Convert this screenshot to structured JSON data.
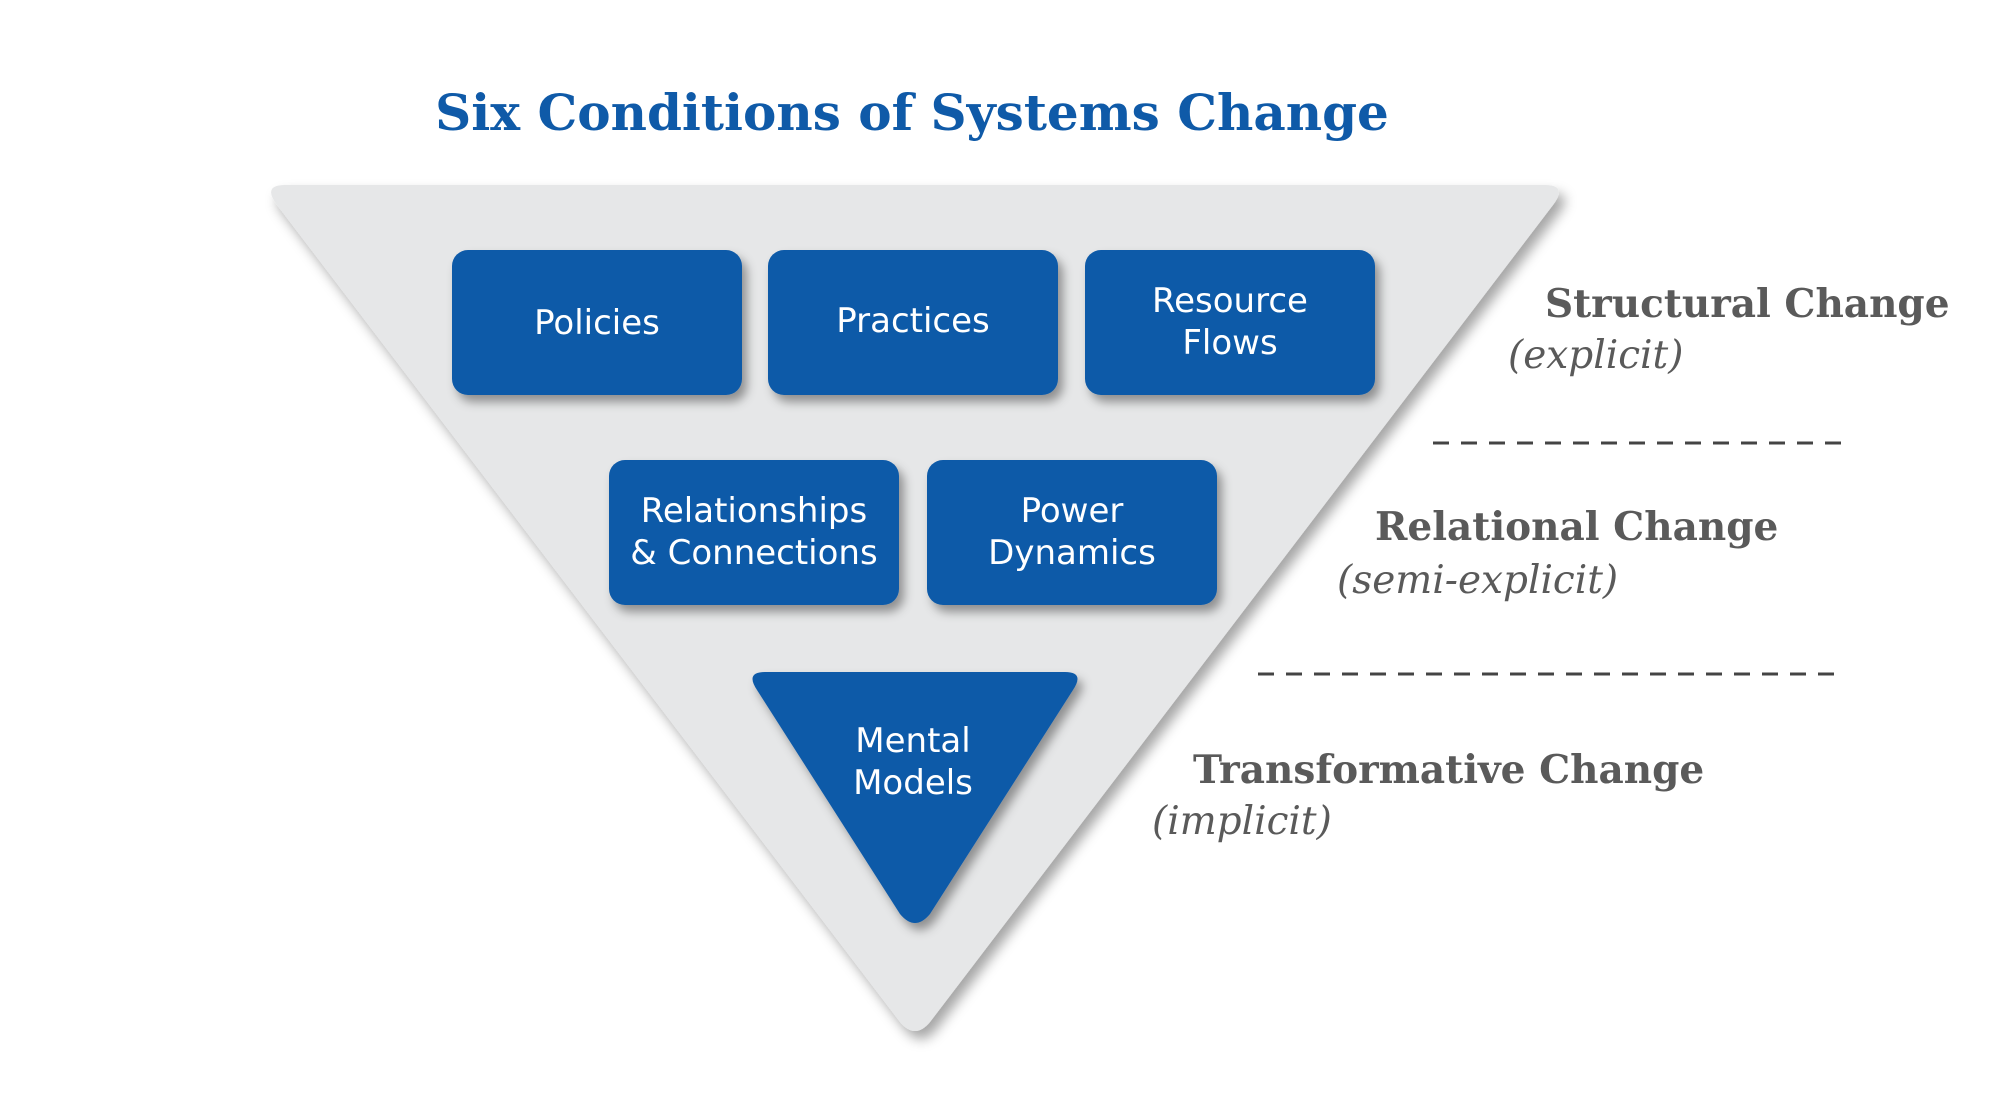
{
  "title": "Six Conditions of Systems Change",
  "conditions": {
    "policies": {
      "line1": "Policies"
    },
    "practices": {
      "line1": "Practices"
    },
    "resource_flows": {
      "line1": "Resource",
      "line2": "Flows"
    },
    "relationships": {
      "line1": "Relationships",
      "line2": "& Connections"
    },
    "power_dynamics": {
      "line1": "Power",
      "line2": "Dynamics"
    },
    "mental_models": {
      "line1": "Mental",
      "line2": "Models"
    }
  },
  "levels": {
    "structural": {
      "title": "Structural Change",
      "subtitle": "(explicit)"
    },
    "relational": {
      "title": "Relational Change",
      "subtitle": "(semi-explicit)"
    },
    "transformative": {
      "title": "Transformative Change",
      "subtitle": "(implicit)"
    }
  },
  "colors": {
    "box_blue": "#0f5aa8",
    "triangle_gray": "#e6e7e8",
    "title_blue": "#0f5aa8",
    "label_gray": "#5a5a5a"
  }
}
